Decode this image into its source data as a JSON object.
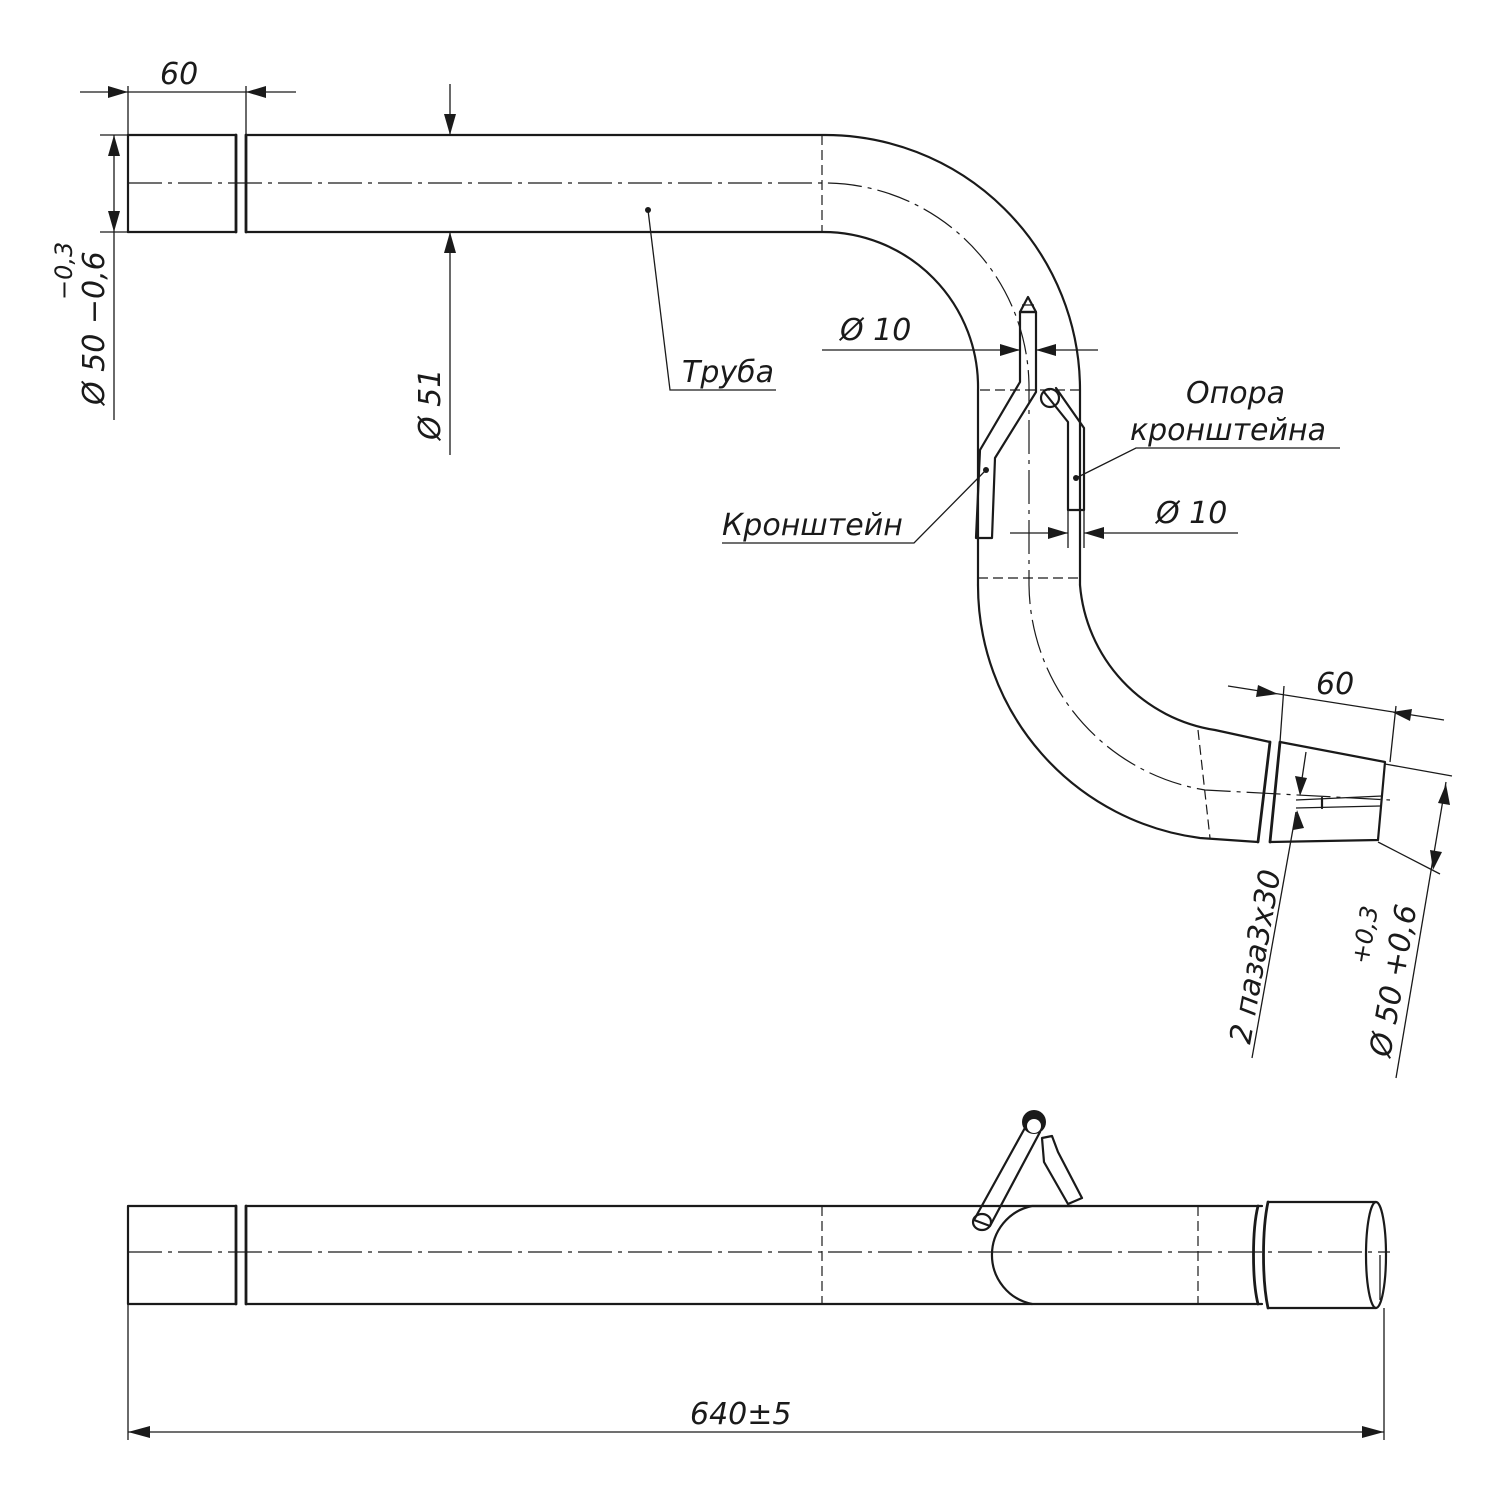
{
  "top_view": {
    "left_end_length": "60",
    "left_tol_upper": "−0,3",
    "left_diameter_with_lower_tol": "Ø 50 −0,6",
    "pipe_diameter": "Ø 51",
    "pipe_label": "Труба",
    "bracket_rod_diameter": "Ø 10",
    "bracket_support_label_line1": "Опора",
    "bracket_support_label_line2": "кронштейна",
    "support_rod_diameter": "Ø 10",
    "bracket_label": "Кронштейн",
    "right_end_length": "60",
    "slots_label": "2 паза3x30",
    "right_tol_upper": "+0,3",
    "right_diameter_with_lower_tol": "Ø 50 +0,6"
  },
  "side_view": {
    "overall_length": "640±5"
  },
  "icons": {
    "left_arrow": "arrow-left-icon",
    "right_arrow": "arrow-right-icon",
    "up_arrow": "arrow-up-icon",
    "down_arrow": "arrow-down-icon"
  }
}
